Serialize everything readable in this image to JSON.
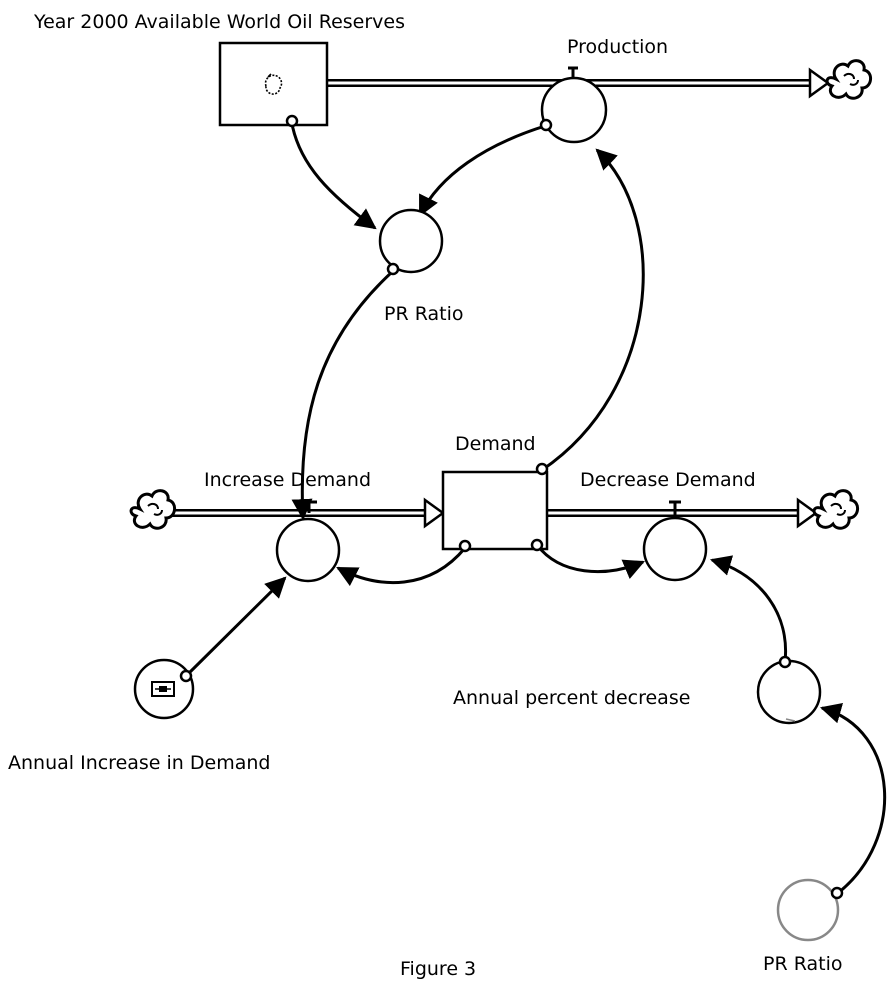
{
  "diagram": {
    "stocks": {
      "reserves": "Year 2000 Available World Oil Reserves",
      "demand": "Demand"
    },
    "flows": {
      "production": "Production",
      "increase_demand": "Increase Demand",
      "decrease_demand": "Decrease Demand"
    },
    "converters": {
      "pr_ratio": "PR Ratio",
      "annual_increase": "Annual Increase in Demand",
      "annual_percent_decrease": "Annual percent decrease",
      "pr_ratio_ghost": "PR Ratio"
    },
    "caption": "Figure 3"
  }
}
